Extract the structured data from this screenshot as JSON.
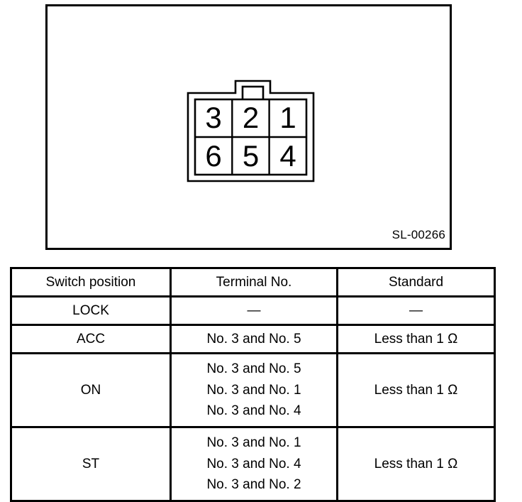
{
  "figure": {
    "code_label": "SL-00266",
    "connector": {
      "name": "6-pin-connector",
      "rows": [
        {
          "pins": [
            "3",
            "2",
            "1"
          ]
        },
        {
          "pins": [
            "6",
            "5",
            "4"
          ]
        }
      ]
    }
  },
  "table": {
    "headers": [
      "Switch position",
      "Terminal No.",
      "Standard"
    ],
    "rows": [
      {
        "position": "LOCK",
        "terminals": [
          "—"
        ],
        "standard": "—"
      },
      {
        "position": "ACC",
        "terminals": [
          "No. 3 and No. 5"
        ],
        "standard": "Less than 1 Ω"
      },
      {
        "position": "ON",
        "terminals": [
          "No. 3 and No. 5",
          "No. 3 and No. 1",
          "No. 3 and No. 4"
        ],
        "standard": "Less than 1 Ω"
      },
      {
        "position": "ST",
        "terminals": [
          "No. 3 and No. 1",
          "No. 3 and No. 4",
          "No. 3 and No. 2"
        ],
        "standard": "Less than 1 Ω"
      }
    ]
  },
  "colors": {
    "line": "#000000",
    "background": "#ffffff"
  }
}
